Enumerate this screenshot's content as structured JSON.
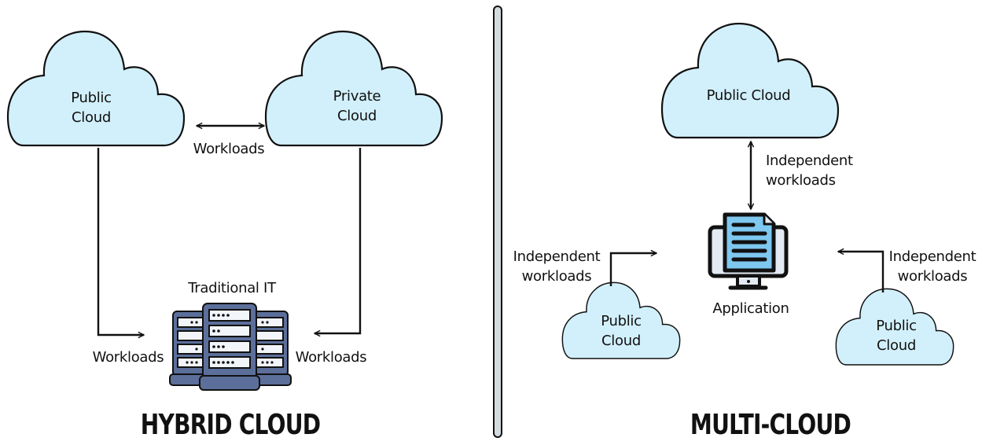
{
  "colors": {
    "cloud_fill": "#d2f0fb",
    "stroke": "#111111",
    "server_fill": "#5b6f9a",
    "server_slot": "#f2f5fa",
    "doc_fill": "#7ec8ef",
    "monitor_fill": "#e3eaf3",
    "divider_fill": "#d3dbde"
  },
  "hybrid": {
    "title": "HYBRID CLOUD",
    "public_cloud": "Public\nCloud",
    "private_cloud": "Private\nCloud",
    "between_clouds_label": "Workloads",
    "traditional_it": "Traditional IT",
    "left_workloads": "Workloads",
    "right_workloads": "Workloads"
  },
  "multi": {
    "title": "MULTI-CLOUD",
    "top_cloud": "Public Cloud",
    "top_link_label": "Independent\nworkloads",
    "application": "Application",
    "left_cloud": "Public\nCloud",
    "left_link_label": "Independent\nworkloads",
    "right_cloud": "Public\nCloud",
    "right_link_label": "Independent\nworkloads"
  },
  "icons": {
    "server": "server-rack-icon",
    "application": "monitor-document-icon"
  }
}
